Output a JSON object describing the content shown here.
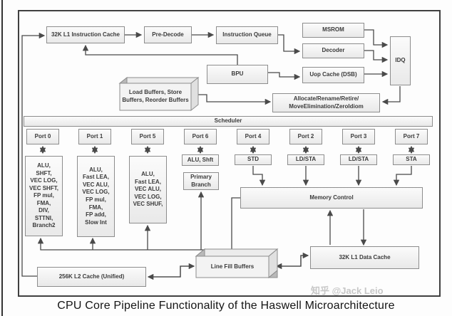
{
  "diagram": {
    "caption": "CPU Core Pipeline Functionality of the Haswell Microarchitecture",
    "watermark": "知乎 @Jack Leio",
    "colors": {
      "box_fill": "#efefef",
      "box_border": "#8d8d8d",
      "wire": "#4a4a4a",
      "text": "#3a3a3a",
      "watermark": "#c7c7c7"
    },
    "nodes": {
      "icache": "32K L1 Instruction Cache",
      "predecode": "Pre-Decode",
      "iqueue": "Instruction Queue",
      "msrom": "MSROM",
      "decoder": "Decoder",
      "idq": "IDQ",
      "bpu": "BPU",
      "uop_cache": "Uop Cache (DSB)",
      "load_buffers": "Load Buffers, Store\nBuffers, Reorder Buffers",
      "allocate": "Allocate/Rename/Retire/\nMoveElimination/ZeroIdiom",
      "scheduler": "Scheduler",
      "ports": [
        "Port 0",
        "Port 1",
        "Port 5",
        "Port 6",
        "Port 4",
        "Port 2",
        "Port 3",
        "Port 7"
      ],
      "port0_units": "ALU,\nSHFT,\nVEC LOG,\nVEC SHFT,\nFP mul,\nFMA,\nDIV,\nSTTNI,\nBranch2",
      "port1_units": "ALU,\nFast LEA,\nVEC ALU,\nVEC LOG,\nFP mul,\nFMA,\nFP add,\nSlow Int",
      "port5_units": "ALU,\nFast LEA,\nVEC ALU,\nVEC LOG,\nVEC SHUF,",
      "port6_units": "ALU, Shft",
      "primary_branch": "Primary\nBranch",
      "port4_units": "STD",
      "port2_units": "LD/STA",
      "port3_units": "LD/STA",
      "port7_units": "STA",
      "memory_control": "Memory Control",
      "l2_cache": "256K L2 Cache (Unified)",
      "line_fill_buffers": "Line Fill Buffers",
      "l1_dcache": "32K L1 Data Cache"
    }
  }
}
